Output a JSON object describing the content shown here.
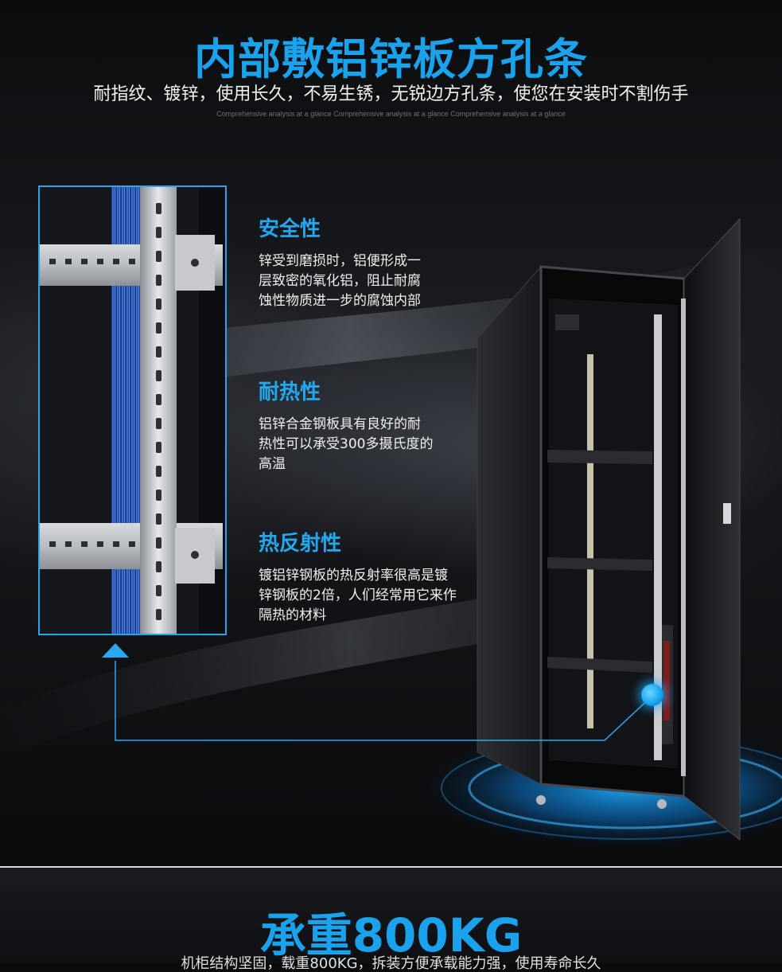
{
  "header": {
    "title": "内部敷铝锌板方孔条",
    "subtitle": "耐指纹、镀锌，使用长久，不易生锈，无锐边方孔条，使您在安装时不割伤手",
    "tagline": "Comprehensive analysis at a glance Comprehensive analysis at a glance Comprehensive analysis at a glance"
  },
  "features": [
    {
      "title": "安全性",
      "text": "锌受到磨损时，铝便形成一层致密的氧化铝，阻止耐腐蚀性物质进一步的腐蚀内部"
    },
    {
      "title": "耐热性",
      "text": "铝锌合金钢板具有良好的耐热性可以承受300多摄氏度的高温"
    },
    {
      "title": "热反射性",
      "text": "镀铝锌钢板的热反射率很高是镀锌钢板的2倍，人们经常用它来作隔热的材料"
    }
  ],
  "bottom": {
    "title": "承重800KG",
    "partial_text": "机柜结构坚固，载重800KG，拆装方便承载能力强，使用寿命长久"
  },
  "colors": {
    "accent": "#1aa3ec",
    "background": "#0a0b0d",
    "text": "#f0f0f0"
  }
}
